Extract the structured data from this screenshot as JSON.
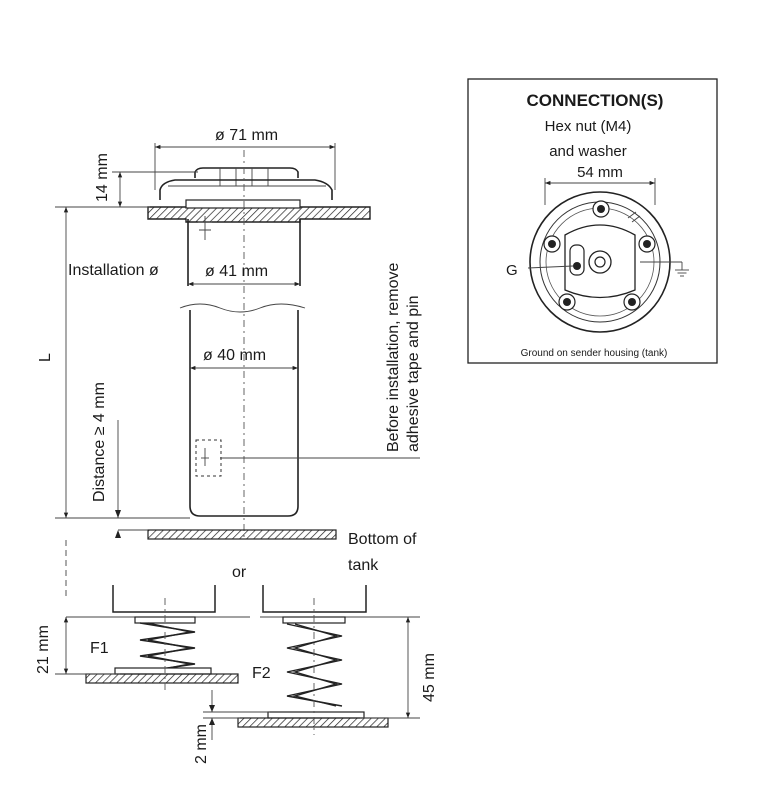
{
  "dimensions": {
    "top_diameter": "ø 71 mm",
    "flange_height": "14 mm",
    "installation_label": "Installation ø",
    "tube_outer": "ø 41 mm",
    "tube_inner": "ø 40 mm",
    "length": "L",
    "distance": "Distance ≥ 4 mm",
    "spring_f1_height": "21 mm",
    "spring_f2_height": "45 mm",
    "gap": "2 mm"
  },
  "notes": {
    "before_install_line1": "Before installation, remove",
    "before_install_line2": "adhesive tape and pin",
    "bottom_line1": "Bottom of",
    "bottom_line2": "tank",
    "or": "or",
    "f1": "F1",
    "f2": "F2"
  },
  "connection": {
    "title": "CONNECTION(S)",
    "hex_line1": "Hex nut (M4)",
    "hex_line2": "and washer",
    "diameter": "54 mm",
    "g_label": "G",
    "caption": "Ground on sender housing (tank)"
  }
}
